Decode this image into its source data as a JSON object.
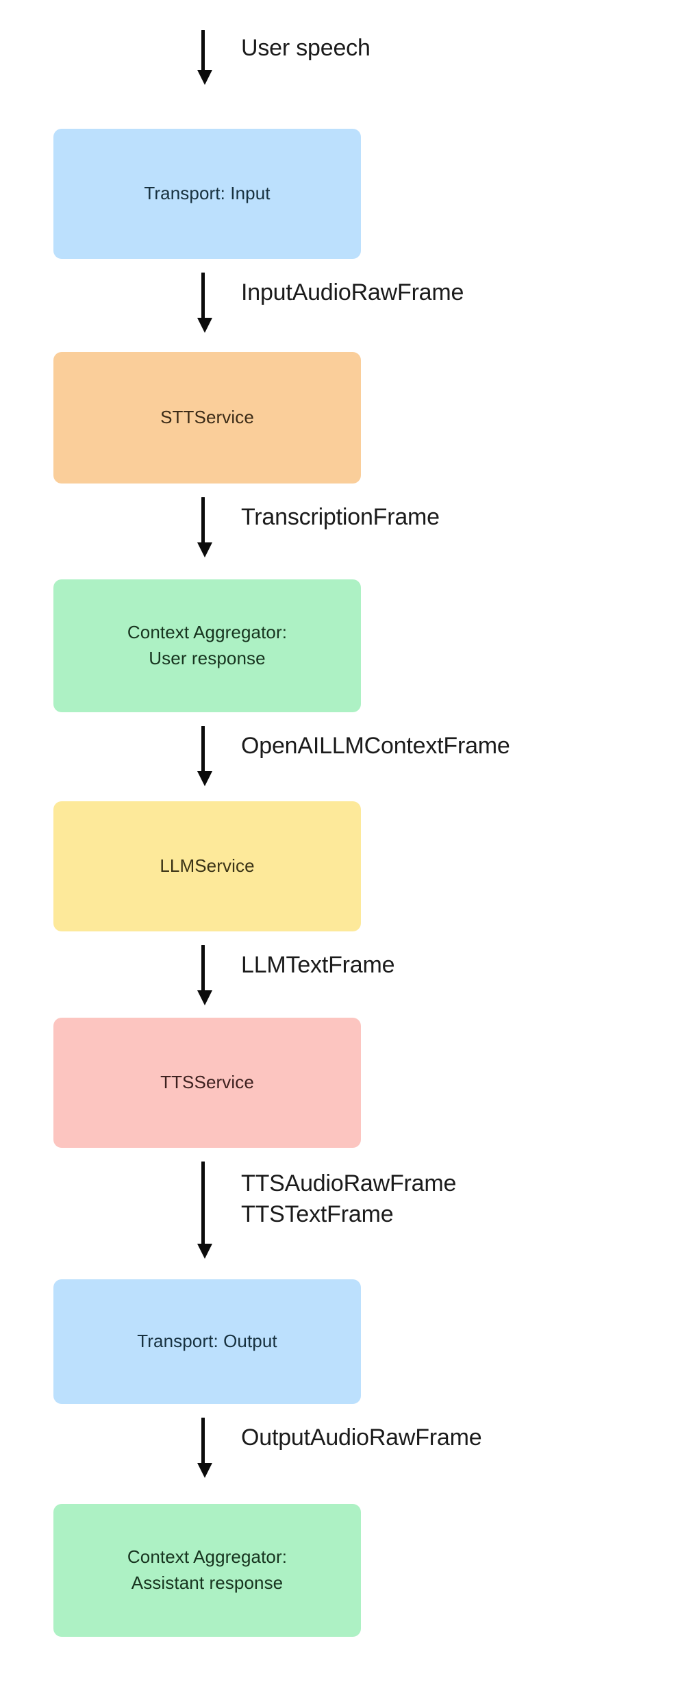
{
  "diagram": {
    "type": "flowchart",
    "direction": "top-to-bottom",
    "background_color": "#ffffff",
    "arrow_color": "#0b0b0b",
    "nodes": [
      {
        "id": "transport-input",
        "label_lines": [
          "Transport: Input"
        ],
        "fill": "#bce0fd",
        "text_color": "#17313f"
      },
      {
        "id": "stt-service",
        "label_lines": [
          "STTService"
        ],
        "fill": "#face9a",
        "text_color": "#3b2b17"
      },
      {
        "id": "context-aggregator-user",
        "label_lines": [
          "Context Aggregator:",
          "User response"
        ],
        "fill": "#adf1c4",
        "text_color": "#17341f"
      },
      {
        "id": "llm-service",
        "label_lines": [
          "LLMService"
        ],
        "fill": "#fde99a",
        "text_color": "#3a3316"
      },
      {
        "id": "tts-service",
        "label_lines": [
          "TTSService"
        ],
        "fill": "#fcc5c0",
        "text_color": "#3d211f"
      },
      {
        "id": "transport-output",
        "label_lines": [
          "Transport: Output"
        ],
        "fill": "#bce0fd",
        "text_color": "#17313f"
      },
      {
        "id": "context-aggregator-assistant",
        "label_lines": [
          "Context Aggregator:",
          "Assistant response"
        ],
        "fill": "#adf1c4",
        "text_color": "#17341f"
      }
    ],
    "edges": [
      {
        "id": "edge-user-speech",
        "from": "start",
        "to": "transport-input",
        "label_lines": [
          "User speech"
        ]
      },
      {
        "id": "edge-input-audio-raw",
        "from": "transport-input",
        "to": "stt-service",
        "label_lines": [
          "InputAudioRawFrame"
        ]
      },
      {
        "id": "edge-transcription",
        "from": "stt-service",
        "to": "context-aggregator-user",
        "label_lines": [
          "TranscriptionFrame"
        ]
      },
      {
        "id": "edge-openai-llm-context",
        "from": "context-aggregator-user",
        "to": "llm-service",
        "label_lines": [
          "OpenAILLMContextFrame"
        ]
      },
      {
        "id": "edge-llm-text",
        "from": "llm-service",
        "to": "tts-service",
        "label_lines": [
          "LLMTextFrame"
        ]
      },
      {
        "id": "edge-tts-audio-and-text",
        "from": "tts-service",
        "to": "transport-output",
        "label_lines": [
          "TTSAudioRawFrame",
          "TTSTextFrame"
        ]
      },
      {
        "id": "edge-output-audio-raw",
        "from": "transport-output",
        "to": "context-aggregator-assistant",
        "label_lines": [
          "OutputAudioRawFrame"
        ]
      }
    ]
  }
}
